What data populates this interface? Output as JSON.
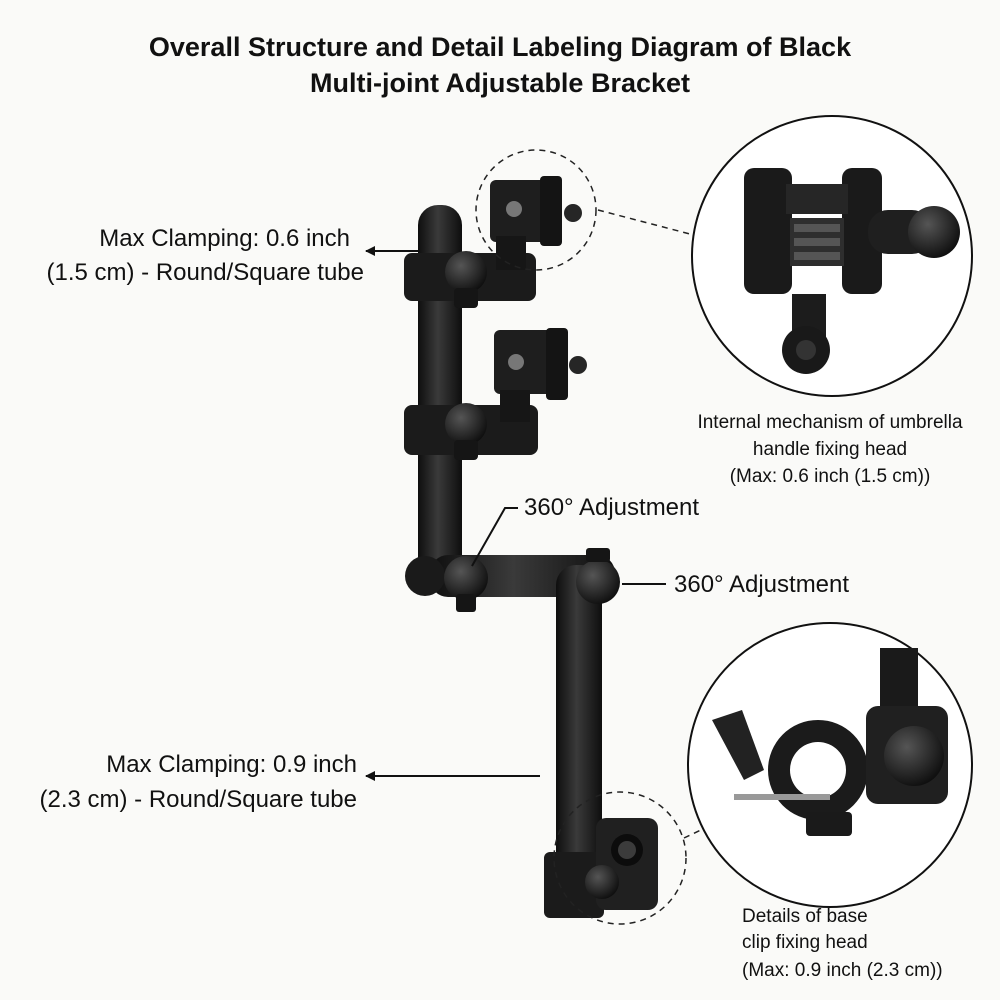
{
  "title": {
    "line1": "Overall Structure and Detail Labeling Diagram of Black",
    "line2": "Multi-joint Adjustable Bracket"
  },
  "labels": {
    "top_clamp": {
      "line1": "Max Clamping: 0.6 inch",
      "line2": "(1.5 cm) - Round/Square tube"
    },
    "joint_upper": "360° Adjustment",
    "joint_right": "360° Adjustment",
    "bottom_clamp": {
      "line1": "Max Clamping: 0.9 inch",
      "line2": "(2.3 cm) - Round/Square tube"
    }
  },
  "captions": {
    "top_detail": {
      "line1": "Internal mechanism of umbrella",
      "line2": "handle fixing head",
      "line3": "(Max: 0.6 inch (1.5 cm))"
    },
    "bottom_detail": {
      "line1": "Details of base",
      "line2": "clip fixing head",
      "line3": "(Max: 0.9 inch (2.3 cm))"
    }
  },
  "colors": {
    "product": "#1b1b1b",
    "highlight": "#3a3a3a",
    "line": "#111111",
    "background": "#fafaf8"
  }
}
